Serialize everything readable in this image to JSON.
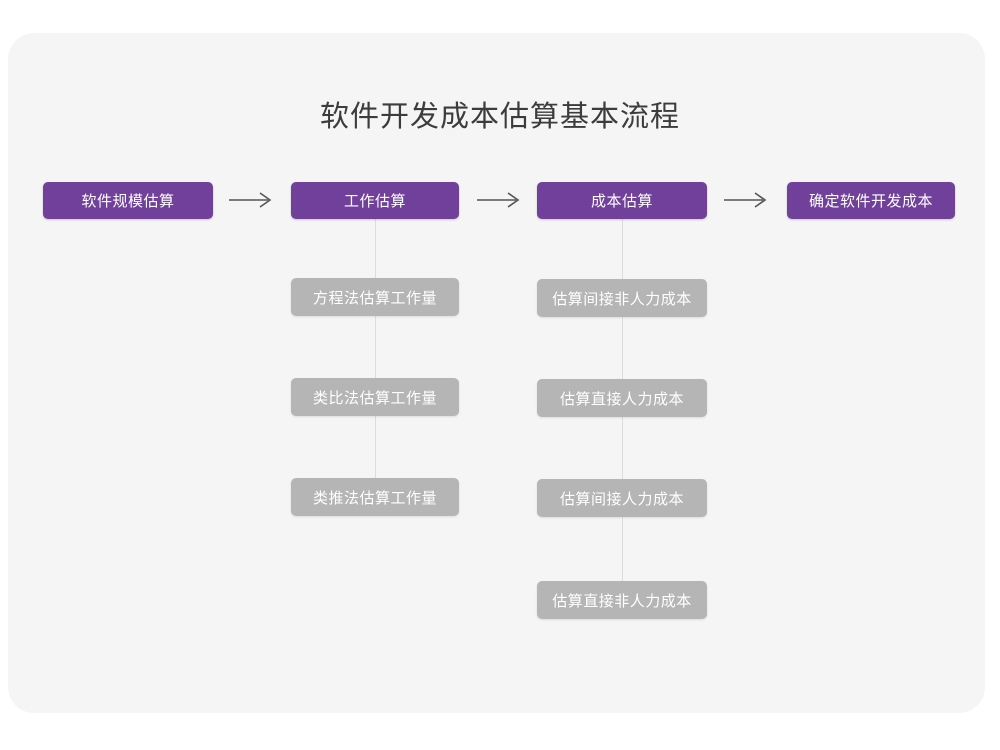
{
  "title": "软件开发成本估算基本流程",
  "colors": {
    "primary": "#70409b",
    "secondary": "#b5b5b5",
    "card_background": "#f5f5f5",
    "page_background": "#ffffff",
    "connector": "#dcdcdc",
    "arrow": "#555555",
    "title_text": "#3c3c3c",
    "node_text": "#ffffff"
  },
  "flow": {
    "arrow_icon": "arrow-right-icon",
    "arrows": [
      {
        "label": "→"
      },
      {
        "label": "→"
      },
      {
        "label": "→"
      }
    ],
    "stages": [
      {
        "id": "stage-1",
        "label": "软件规模估算",
        "substeps": []
      },
      {
        "id": "stage-2",
        "label": "工作估算",
        "substeps": [
          {
            "label": "方程法估算工作量"
          },
          {
            "label": "类比法估算工作量"
          },
          {
            "label": "类推法估算工作量"
          }
        ]
      },
      {
        "id": "stage-3",
        "label": "成本估算",
        "substeps": [
          {
            "label": "估算间接非人力成本"
          },
          {
            "label": "估算直接人力成本"
          },
          {
            "label": "估算间接人力成本"
          },
          {
            "label": "估算直接非人力成本"
          }
        ]
      },
      {
        "id": "stage-4",
        "label": "确定软件开发成本",
        "substeps": []
      }
    ]
  }
}
